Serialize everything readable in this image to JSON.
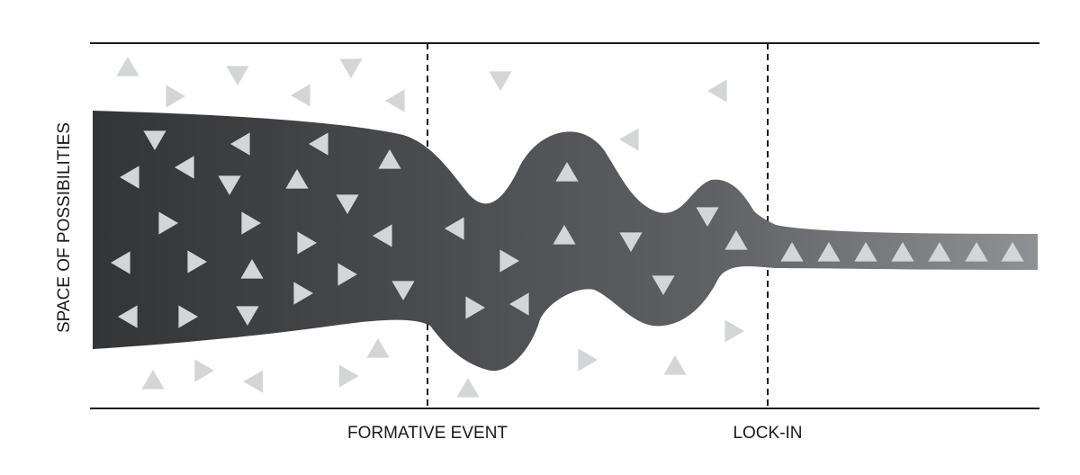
{
  "diagram": {
    "y_axis_label": "SPACE OF POSSIBILITIES",
    "event_labels": {
      "formative": "FORMATIVE EVENT",
      "lockin": "LOCK-IN"
    },
    "colors": {
      "background": "#ffffff",
      "frame_line": "#1a1a1a",
      "band_dark": "#333436",
      "band_mid": "#5e6063",
      "band_light": "#8f9194",
      "triangle_inside": "#d4d5d6",
      "triangle_outside": "#c9cacb"
    },
    "icons": [
      "triangle-marker-icon"
    ]
  }
}
